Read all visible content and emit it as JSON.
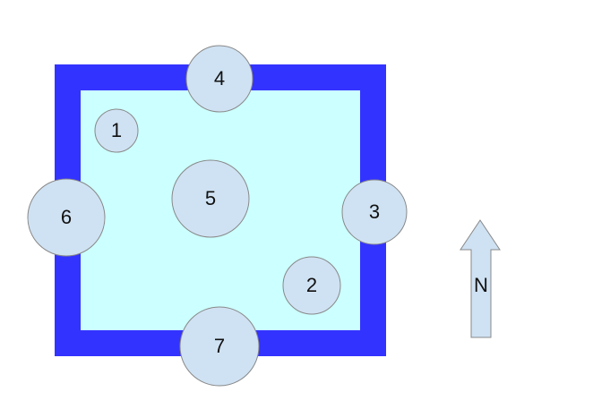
{
  "colors": {
    "background": "#ffffff",
    "border": "#3333ff",
    "interior": "#ccffff",
    "node_fill": "#cfe2f3",
    "node_stroke": "#888888",
    "arrow_fill": "#cfe2f3"
  },
  "nodes": [
    {
      "id": "1",
      "label": "1"
    },
    {
      "id": "2",
      "label": "2"
    },
    {
      "id": "3",
      "label": "3"
    },
    {
      "id": "4",
      "label": "4"
    },
    {
      "id": "5",
      "label": "5"
    },
    {
      "id": "6",
      "label": "6"
    },
    {
      "id": "7",
      "label": "7"
    }
  ],
  "north_arrow": {
    "label": "N",
    "icon": "north-arrow-icon"
  }
}
